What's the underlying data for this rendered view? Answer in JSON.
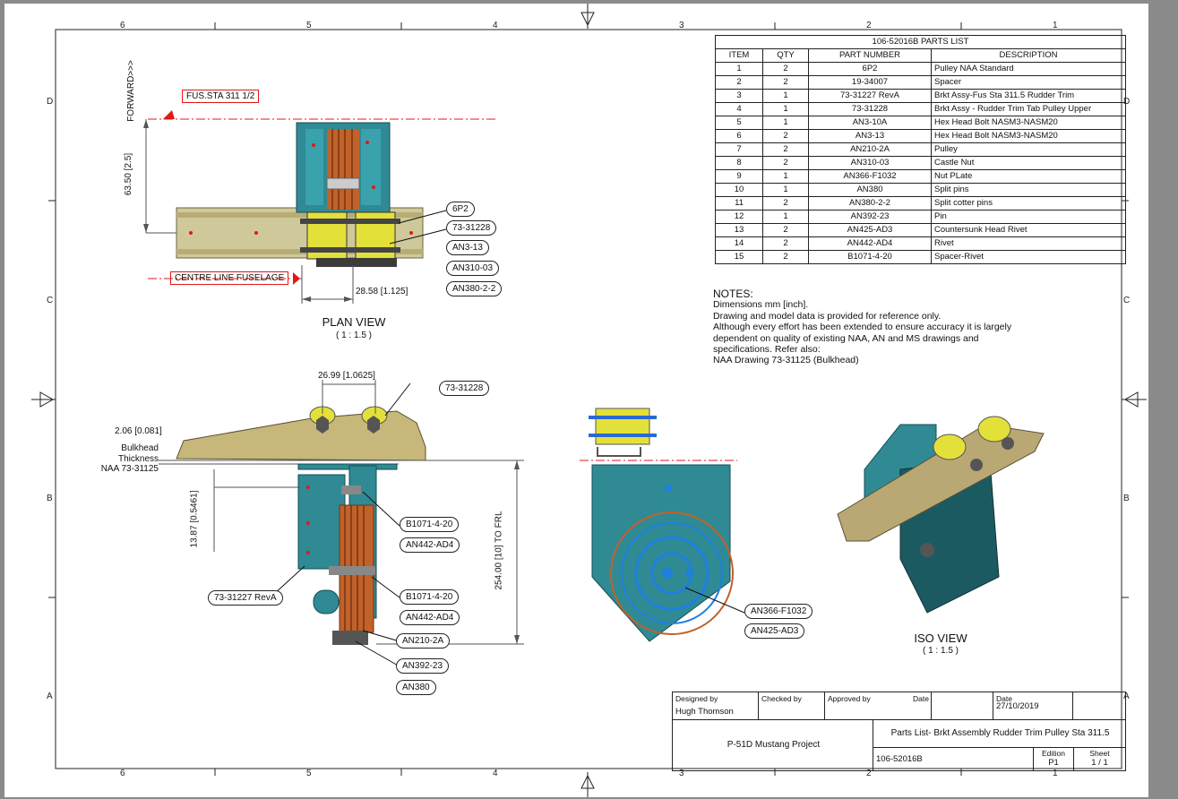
{
  "zones": {
    "top": [
      "6",
      "5",
      "4",
      "3",
      "2",
      "1"
    ],
    "bottom": [
      "6",
      "5",
      "4",
      "3",
      "2",
      "1"
    ],
    "left": [
      "D",
      "C",
      "B",
      "A"
    ],
    "right": [
      "D",
      "C",
      "B",
      "A"
    ]
  },
  "parts_list": {
    "title": "106-52016B PARTS LIST",
    "headers": [
      "ITEM",
      "QTY",
      "PART NUMBER",
      "DESCRIPTION"
    ],
    "rows": [
      [
        "1",
        "2",
        "6P2",
        "Pulley NAA Standard"
      ],
      [
        "2",
        "2",
        "19-34007",
        "Spacer"
      ],
      [
        "3",
        "1",
        "73-31227 RevA",
        "Brkt Assy-Fus Sta 311.5 Rudder Trim"
      ],
      [
        "4",
        "1",
        "73-31228",
        "Brkt Assy - Rudder Trim Tab Pulley Upper"
      ],
      [
        "5",
        "1",
        "AN3-10A",
        "Hex Head Bolt NASM3-NASM20"
      ],
      [
        "6",
        "2",
        "AN3-13",
        "Hex Head Bolt NASM3-NASM20"
      ],
      [
        "7",
        "2",
        "AN210-2A",
        "Pulley"
      ],
      [
        "8",
        "2",
        "AN310-03",
        "Castle Nut"
      ],
      [
        "9",
        "1",
        "AN366-F1032",
        "Nut PLate"
      ],
      [
        "10",
        "1",
        "AN380",
        "Split pins"
      ],
      [
        "11",
        "2",
        "AN380-2-2",
        "Split cotter pins"
      ],
      [
        "12",
        "1",
        "AN392-23",
        "Pin"
      ],
      [
        "13",
        "2",
        "AN425-AD3",
        "Countersunk Head Rivet"
      ],
      [
        "14",
        "2",
        "AN442-AD4",
        "Rivet"
      ],
      [
        "15",
        "2",
        "B1071-4-20",
        "Spacer-Rivet"
      ]
    ]
  },
  "notes": {
    "heading": "NOTES:",
    "lines": [
      "Dimensions mm [inch].",
      "Drawing and model data is provided for reference only.",
      "Although every effort has been extended to ensure accuracy it is largely",
      "dependent on quality of existing NAA, AN and MS drawings and",
      "specifications. Refer also:",
      "NAA Drawing 73-31125 (Bulkhead)"
    ]
  },
  "plan_view": {
    "title": "PLAN VIEW",
    "scale": "( 1 : 1.5 )",
    "forward": "FORWARD>>>",
    "fus_sta": "FUS.STA 311 1/2",
    "centre_line": "CENTRE LINE FUSELAGE",
    "dim_vertical": "63.50 [2.5]",
    "dim_horizontal": "28.58 [1.125]",
    "callouts": [
      "6P2",
      "73-31228",
      "AN3-13",
      "AN310-03",
      "AN380-2-2"
    ]
  },
  "side_view": {
    "dim_top": "26.99 [1.0625]",
    "dim_thick": "2.06 [0.081]",
    "bulkhead_1": "Bulkhead",
    "bulkhead_2": "Thickness",
    "bulkhead_3": "NAA 73-31125",
    "dim_left": "13.87 [0.5461]",
    "dim_right": "254.00 [10] TO FRL",
    "callout_top": "73-31228",
    "callout_left": "73-31227 RevA",
    "callouts_right": [
      "B1071-4-20",
      "AN442-AD4",
      "B1071-4-20",
      "AN442-AD4",
      "AN210-2A",
      "AN392-23",
      "AN380"
    ]
  },
  "front_view": {
    "callouts": [
      "AN366-F1032",
      "AN425-AD3"
    ]
  },
  "iso_view": {
    "title": "ISO VIEW",
    "scale": "( 1 : 1.5 )"
  },
  "title_block": {
    "designed_by_label": "Designed by",
    "designed_by": "Hugh Thomson",
    "checked_by_label": "Checked by",
    "approved_by_label": "Approved by",
    "date_label_1": "Date",
    "date_label_2": "Date",
    "date": "27/10/2019",
    "project": "P-51D Mustang Project",
    "part_title": "Parts List- Brkt Assembly Rudder Trim Pulley Sta 311.5",
    "drawing_no": "106-52016B",
    "edition_label": "Edition",
    "edition": "P1",
    "sheet_label": "Sheet",
    "sheet": "1 / 1"
  },
  "colors": {
    "bracket_teal": "#2f8a94",
    "pulley_yellow": "#e4e03a",
    "cable_orange": "#c0622a",
    "plate_tan": "#c7b77a",
    "red_annotation": "#e01818",
    "blue_highlight": "#1f7fe0"
  }
}
